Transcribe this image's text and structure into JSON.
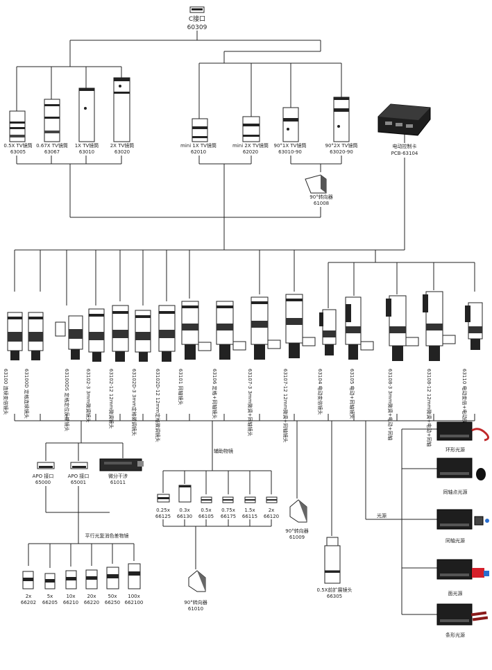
{
  "top": {
    "name": "C接口",
    "code": "60309"
  },
  "tv_tubes": [
    {
      "name": "0.5X TV镜筒",
      "code": "63005"
    },
    {
      "name": "0.67X TV镜筒",
      "code": "63067"
    },
    {
      "name": "1X TV镜筒",
      "code": "63010"
    },
    {
      "name": "2X TV镜筒",
      "code": "63020"
    },
    {
      "name": "mini 1X TV镜筒",
      "code": "62010"
    },
    {
      "name": "mini 2X TV镜筒",
      "code": "62020"
    },
    {
      "name": "90°1X TV镜筒",
      "code": "63010-90"
    },
    {
      "name": "90°2X TV镜筒",
      "code": "63020-90"
    }
  ],
  "controller": {
    "name": "电动控制卡",
    "code": "PCB-63104"
  },
  "turner_top": {
    "name": "90°转向器",
    "code": "61008"
  },
  "lens_bodies": [
    {
      "label": "63100 连续变倍镜头"
    },
    {
      "label": "63100D 定格连续镜头"
    },
    {
      "label": "63100DS 定格定位反馈镜头"
    },
    {
      "label": "63102-3 3mm微调镜头"
    },
    {
      "label": "63102-12 12mm微调镜头"
    },
    {
      "label": "63102D-3 3mm定格微调镜头"
    },
    {
      "label": "63102D-12 12mm定格微调镜头"
    },
    {
      "label": "63101 同轴镜头"
    },
    {
      "label": "63106 定格+同轴镜头"
    },
    {
      "label": "63107-3 3mm微调+同轴镜头"
    },
    {
      "label": "63107-12 12mm微调+同轴镜头"
    },
    {
      "label": "63104 电动变倍镜头"
    },
    {
      "label": "63105 电动+同轴镜头"
    },
    {
      "label": "63108-3 3mm微调+电动+同轴"
    },
    {
      "label": "63108-12 12mm微调+电动+同轴"
    },
    {
      "label": "63110 电动变倍+电动微调"
    }
  ],
  "interfaces": [
    {
      "name": "APO 接口",
      "code": "65000"
    },
    {
      "name": "APO 接口",
      "code": "65001"
    },
    {
      "name": "微分干涉",
      "code": "61011"
    }
  ],
  "aux_title": "辅助物镜",
  "aux_lenses": [
    {
      "name": "0.25x",
      "code": "66125"
    },
    {
      "name": "0.3x",
      "code": "66130"
    },
    {
      "name": "0.5x",
      "code": "66105"
    },
    {
      "name": "0.75x",
      "code": "66175"
    },
    {
      "name": "1.5x",
      "code": "66115"
    },
    {
      "name": "2x",
      "code": "66120"
    }
  ],
  "turner_mid": {
    "name": "90°转向器",
    "code": "61009"
  },
  "turner_bottom": {
    "name": "90°转向器",
    "code": "61010"
  },
  "expander": {
    "name": "0.5X前扩展镜头",
    "code": "66305"
  },
  "plan_title": "平行光复消色差物镜",
  "objectives": [
    {
      "name": "2x",
      "code": "66202"
    },
    {
      "name": "5x",
      "code": "66205"
    },
    {
      "name": "10x",
      "code": "66210"
    },
    {
      "name": "20x",
      "code": "66220"
    },
    {
      "name": "50x",
      "code": "66250"
    },
    {
      "name": "100x",
      "code": "662100"
    }
  ],
  "light_title": "光源",
  "light_sources": [
    {
      "name": "环形光源"
    },
    {
      "name": "同轴点光源"
    },
    {
      "name": "同轴光源"
    },
    {
      "name": "面光源"
    },
    {
      "name": "条形光源"
    }
  ]
}
